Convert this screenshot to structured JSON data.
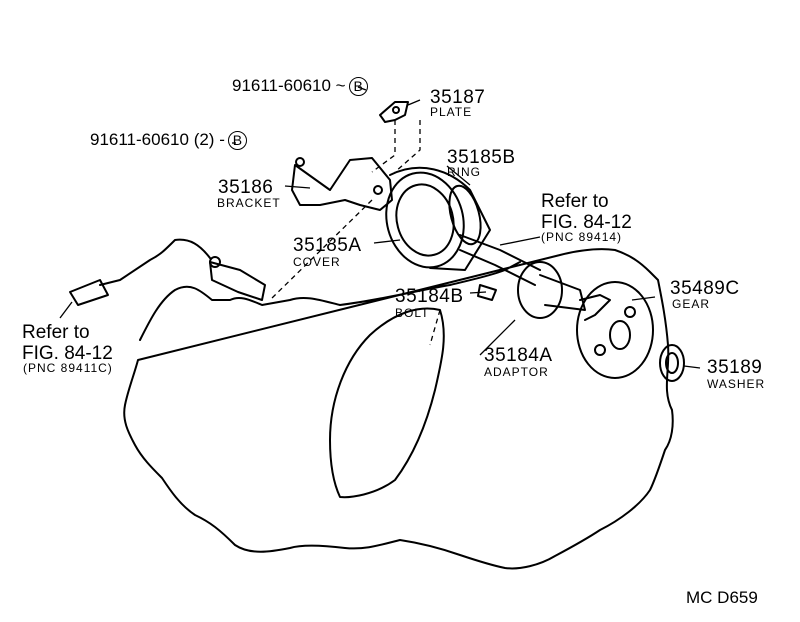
{
  "diagram": {
    "code": "MC  D659",
    "parts": [
      {
        "number": "91611-60610",
        "suffix": "",
        "marker": "B"
      },
      {
        "number": "35187",
        "name": "PLATE"
      },
      {
        "number": "91611-60610",
        "suffix": "(2)",
        "marker": "B"
      },
      {
        "number": "35185B",
        "name": "RING"
      },
      {
        "number": "35186",
        "name": "BRACKET"
      },
      {
        "number": "35185A",
        "name": "COVER"
      },
      {
        "number": "35184B",
        "name": "BOLT"
      },
      {
        "number": "35489C",
        "name": "GEAR"
      },
      {
        "number": "35184A",
        "name": "ADAPTOR"
      },
      {
        "number": "35189",
        "name": "WASHER"
      }
    ],
    "references": [
      {
        "line1": "Refer to",
        "line2": "FIG. 84-12",
        "pnc": "(PNC 89414)"
      },
      {
        "line1": "Refer to",
        "line2": "FIG. 84-12",
        "pnc": "(PNC 89411C)"
      }
    ]
  }
}
